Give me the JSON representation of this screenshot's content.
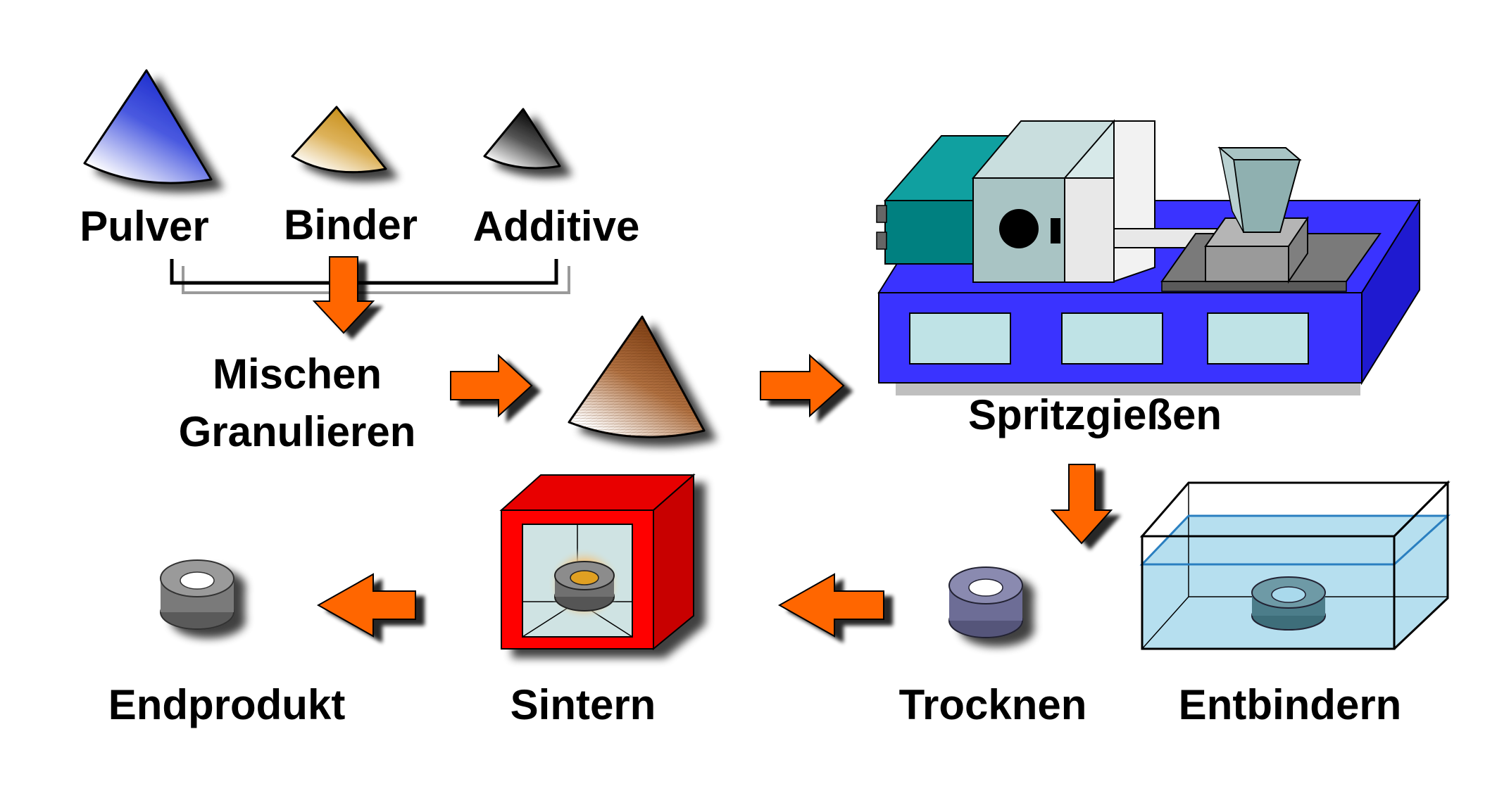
{
  "labels": {
    "pulver": "Pulver",
    "binder": "Binder",
    "additive": "Additive",
    "mischen": "Mischen",
    "granulieren": "Granulieren",
    "spritzgiessen": "Spritzgießen",
    "entbindern": "Entbindern",
    "trocknen": "Trocknen",
    "sintern": "Sintern",
    "endprodukt": "Endprodukt"
  },
  "colors": {
    "arrow": "#ff6600",
    "machine_base": "#3a33ff",
    "machine_window": "#bfe3e6",
    "teal_unit": "#008c8c",
    "furnace": "#ff0000",
    "bath_water": "#a9d9ec",
    "pulver_cone": "#2233cc",
    "binder_cone": "#c8921e",
    "additive_cone": "#111111",
    "granulate_cone": "#8a4a1c"
  }
}
